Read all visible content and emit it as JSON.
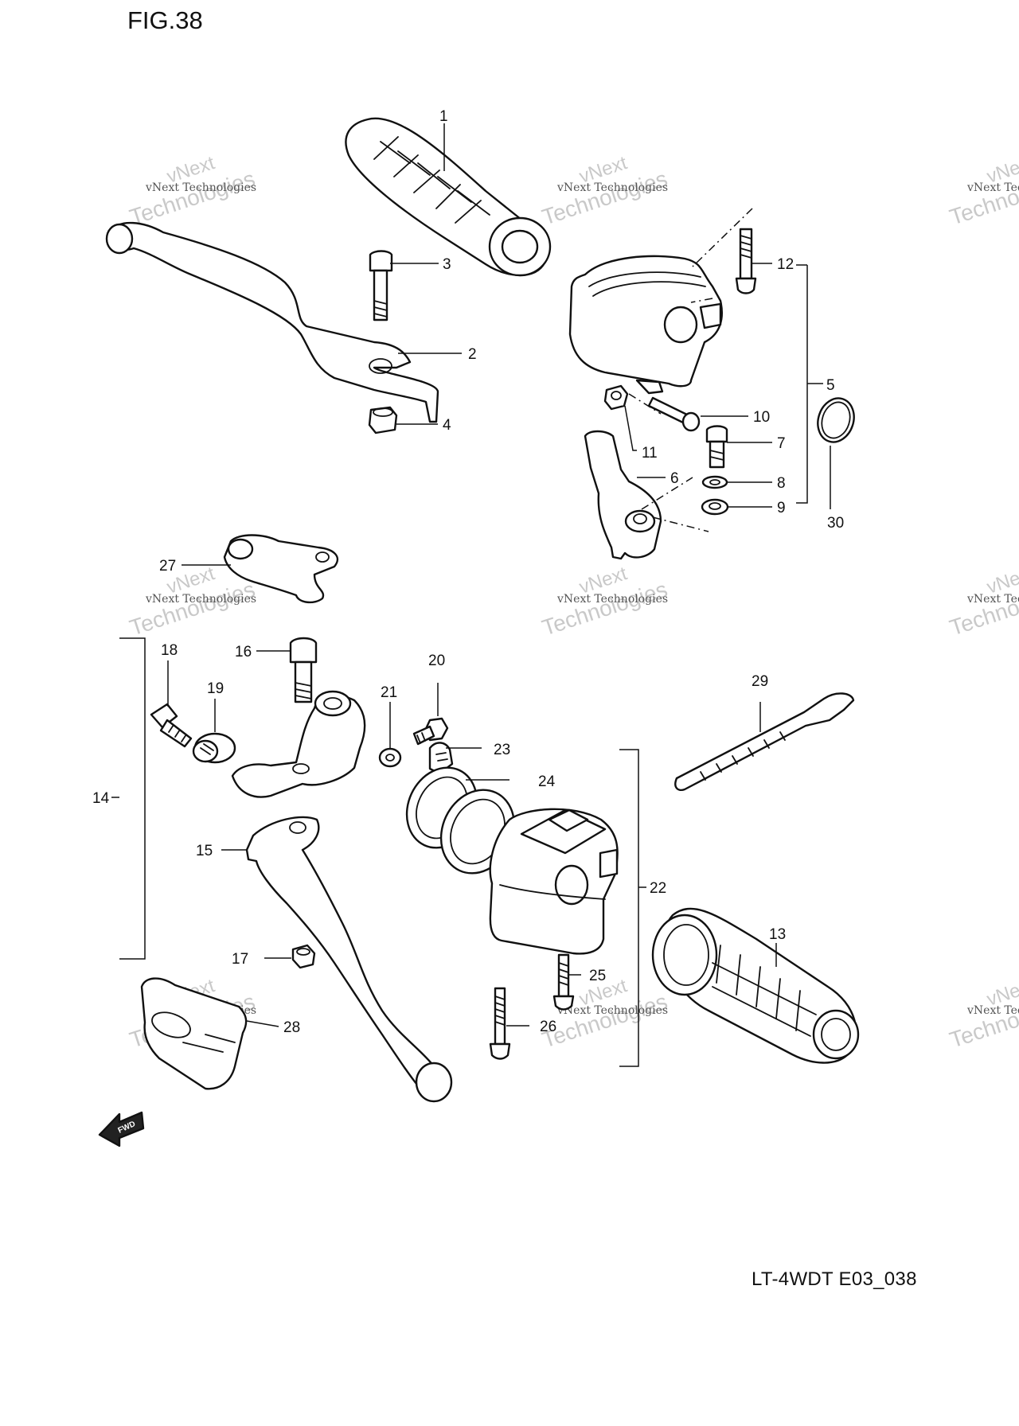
{
  "figure_title": "FIG.38",
  "model_code": "LT-4WDT E03_038",
  "direction_badge": "FWD",
  "watermark": {
    "small": "vNext Technologies",
    "large_top": "vNext",
    "large_bottom": "Technologies"
  },
  "callouts": [
    "1",
    "2",
    "3",
    "4",
    "5",
    "6",
    "7",
    "8",
    "9",
    "10",
    "11",
    "12",
    "13",
    "14",
    "15",
    "16",
    "17",
    "18",
    "19",
    "20",
    "21",
    "22",
    "23",
    "24",
    "25",
    "26",
    "27",
    "28",
    "29",
    "30"
  ]
}
